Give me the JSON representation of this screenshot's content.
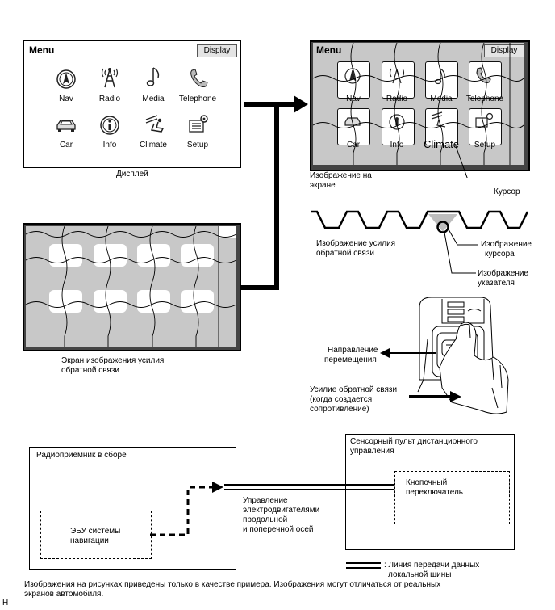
{
  "menu_screen": {
    "title": "Menu",
    "display_button": "Display",
    "items": [
      {
        "label": "Nav",
        "icon": "compass-icon"
      },
      {
        "label": "Radio",
        "icon": "radio-tower-icon"
      },
      {
        "label": "Media",
        "icon": "music-note-icon"
      },
      {
        "label": "Telephone",
        "icon": "phone-icon"
      },
      {
        "label": "Car",
        "icon": "car-icon"
      },
      {
        "label": "Info",
        "icon": "info-icon"
      },
      {
        "label": "Climate",
        "icon": "climate-seat-icon"
      },
      {
        "label": "Setup",
        "icon": "setup-icon"
      }
    ],
    "caption": "Дисплей"
  },
  "cursor_screen": {
    "title": "Menu",
    "display_button": "Display",
    "items": [
      "Nav",
      "Radio",
      "Media",
      "Telephone",
      "Car",
      "Info",
      "Climate",
      "Setup"
    ],
    "caption_line1": "Изображение на",
    "caption_line2": "экране",
    "cursor_label": "Курсор"
  },
  "feedback_profile": {
    "label_line1": "Изображение усилия",
    "label_line2": "обратной связи",
    "cursor_image_line1": "Изображение",
    "cursor_image_line2": "курсора",
    "pointer_image_line1": "Изображение",
    "pointer_image_line2": "указателя"
  },
  "force_screen": {
    "caption_line1": "Экран изображения усилия",
    "caption_line2": "обратной связи"
  },
  "controller": {
    "direction_line1": "Направление",
    "direction_line2": "перемещения",
    "force_line1": "Усилие обратной связи",
    "force_line2": "(когда создается",
    "force_line3": "сопротивление)"
  },
  "block_diagram": {
    "radio_assembly": "Радиоприемник в сборе",
    "nav_ecu_line1": "ЭБУ системы",
    "nav_ecu_line2": "навигации",
    "remote_line1": "Сенсорный пульт дистанционного",
    "remote_line2": "управления",
    "button_switch_line1": "Кнопочный",
    "button_switch_line2": "переключатель",
    "motor_line1": "Управление",
    "motor_line2": "электродвигателями",
    "motor_line3": "продольной",
    "motor_line4": "и поперечной осей",
    "legend_line1": ": Линия передачи данных",
    "legend_line2": "локальной шины"
  },
  "footnote_line1": "Изображения на рисунках приведены только в качестве примера. Изображения могут отличаться от реальных",
  "footnote_line2": "экранов автомобиля.",
  "corner_mark": "H"
}
